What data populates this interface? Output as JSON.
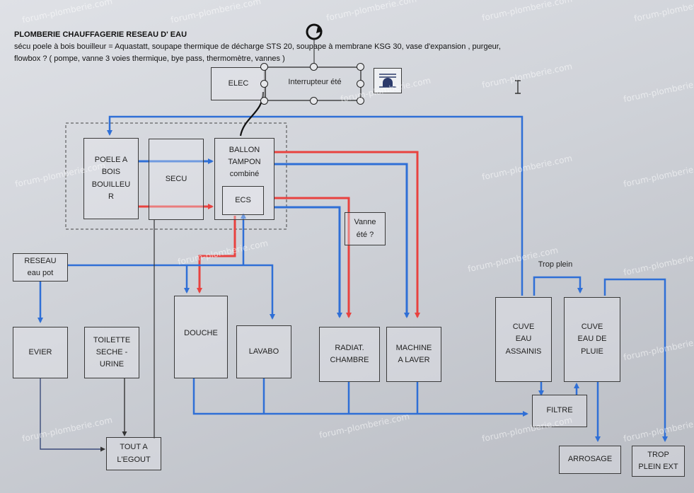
{
  "header": {
    "title": "PLOMBERIE CHAUFFAGERIE RESEAU D' EAU",
    "line1": "sécu poele à bois bouilleur = Aquastatt, soupape thermique de décharge STS 20, soupape à membrane KSG 30, vase d'expansion , purgeur,",
    "line2": "flowbox ? ( pompe, vanne 3 voies thermique, bye pass, thermomètre, vannes )"
  },
  "watermark": "forum-plomberie.com",
  "colors": {
    "hot": "#e8423f",
    "cold": "#2f6fd6",
    "line": "#333333"
  },
  "boxes": {
    "elec": "ELEC",
    "interrupteur": "Interrupteur été",
    "poele": "POELE A\nBOIS\nBOUILLEU\nR",
    "secu": "SECU",
    "ballon": "BALLON\nTAMPON\ncombiné",
    "ecs": "ECS",
    "vanne": "Vanne\nété ?",
    "reseau": "RESEAU\neau pot",
    "evier": "EVIER",
    "toilette": "TOILETTE\nSECHE -\nURINE",
    "douche": "DOUCHE",
    "lavabo": "LAVABO",
    "radiat": "RADIAT.\nCHAMBRE",
    "machine": "MACHINE\nA LAVER",
    "cuve_assainis": "CUVE\nEAU\nASSAINIS",
    "cuve_pluie": "CUVE\nEAU DE\nPLUIE",
    "filtre": "FILTRE",
    "egout": "TOUT A\nL'EGOUT",
    "arrosage": "ARROSAGE",
    "trop_plein_ext": "TROP\nPLEIN EXT"
  },
  "labels": {
    "trop_plein": "Trop plein"
  }
}
